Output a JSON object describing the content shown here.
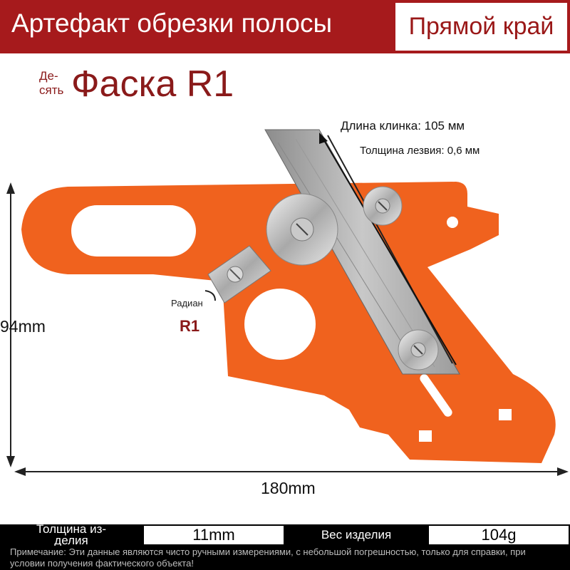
{
  "header": {
    "title": "Артефакт обрезки полосы",
    "badge": "Прямой край"
  },
  "subtitle": {
    "prefix": "Де-\nсять",
    "main": "Фаска R1"
  },
  "specs": {
    "blade_length": "Длина клинка: 105 мм",
    "blade_thickness": "Толщина лезвия: 0,6 мм"
  },
  "radius": {
    "label": "Радиан",
    "value": "R1"
  },
  "dimensions": {
    "height": "94mm",
    "width": "180mm"
  },
  "table": {
    "thickness_label": "Толщина из-\nделия",
    "thickness_value": "11mm",
    "weight_label": "Вес изделия",
    "weight_value": "104g"
  },
  "note": "Примечание: Эти данные являются чисто ручными измерениями, с небольшой погрешностью, только для справки, при условии получения фактического объекта!",
  "colors": {
    "banner": "#a61a1c",
    "tool_orange": "#f0621e",
    "text_red": "#8a1a1a"
  }
}
